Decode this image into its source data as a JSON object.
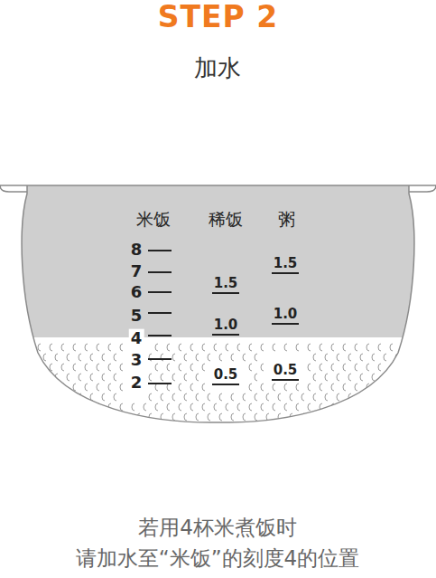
{
  "diagram": {
    "title": "STEP 2",
    "caption": "若用4杯米煮饭时 请加水至“米饭”的刻度4的位置",
    "labels": [
      "加水",
      "米饭",
      "稀饭",
      "粥",
      "8",
      "7",
      "6",
      "5",
      "4",
      "3",
      "2",
      "1.5",
      "1.0",
      "0.5",
      "1.5",
      "1.0",
      "0.5"
    ]
  }
}
